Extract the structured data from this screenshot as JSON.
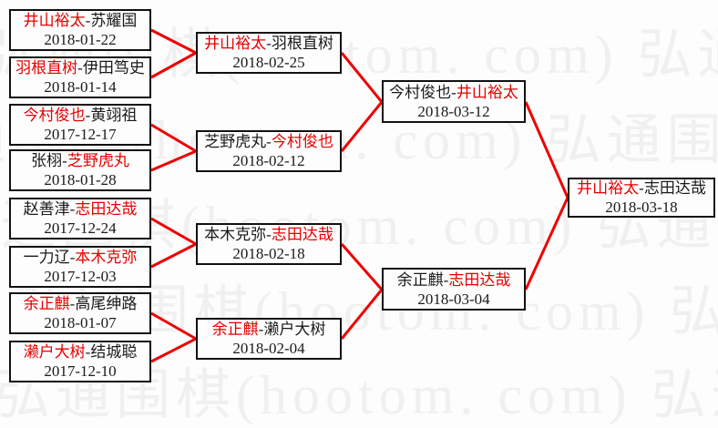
{
  "ui": {
    "separator": "-"
  },
  "colors": {
    "winner_red": "#e60000",
    "line_red": "#ee0000",
    "watermark_gray": "#f0f0f0"
  },
  "watermark": {
    "row_text": "弘通围棋(hootom. com) 弘通围棋(hootom. com)"
  },
  "bracket": {
    "round1": [
      {
        "p1": "井山裕太",
        "p2": "苏耀国",
        "p1_win": true,
        "p2_win": false,
        "date": "2018-01-22"
      },
      {
        "p1": "羽根直树",
        "p2": "伊田笃史",
        "p1_win": true,
        "p2_win": false,
        "date": "2018-01-14"
      },
      {
        "p1": "今村俊也",
        "p2": "黄翊祖",
        "p1_win": true,
        "p2_win": false,
        "date": "2017-12-17"
      },
      {
        "p1": "张栩",
        "p2": "芝野虎丸",
        "p1_win": false,
        "p2_win": true,
        "date": "2018-01-28"
      },
      {
        "p1": "赵善津",
        "p2": "志田达哉",
        "p1_win": false,
        "p2_win": true,
        "date": "2017-12-24"
      },
      {
        "p1": "一力辽",
        "p2": "本木克弥",
        "p1_win": false,
        "p2_win": true,
        "date": "2017-12-03"
      },
      {
        "p1": "余正麒",
        "p2": "高尾绅路",
        "p1_win": true,
        "p2_win": false,
        "date": "2018-01-07"
      },
      {
        "p1": "濑户大树",
        "p2": "结城聪",
        "p1_win": true,
        "p2_win": false,
        "date": "2017-12-10"
      }
    ],
    "quarterfinals": [
      {
        "p1": "井山裕太",
        "p2": "羽根直树",
        "p1_win": true,
        "p2_win": false,
        "date": "2018-02-25"
      },
      {
        "p1": "芝野虎丸",
        "p2": "今村俊也",
        "p1_win": false,
        "p2_win": true,
        "date": "2018-02-12"
      },
      {
        "p1": "本木克弥",
        "p2": "志田达哉",
        "p1_win": false,
        "p2_win": true,
        "date": "2018-02-18"
      },
      {
        "p1": "余正麒",
        "p2": "濑户大树",
        "p1_win": true,
        "p2_win": false,
        "date": "2018-02-04"
      }
    ],
    "semifinals": [
      {
        "p1": "今村俊也",
        "p2": "井山裕太",
        "p1_win": false,
        "p2_win": true,
        "date": "2018-03-12"
      },
      {
        "p1": "余正麒",
        "p2": "志田达哉",
        "p1_win": false,
        "p2_win": true,
        "date": "2018-03-04"
      }
    ],
    "final": [
      {
        "p1": "井山裕太",
        "p2": "志田达哉",
        "p1_win": true,
        "p2_win": false,
        "date": "2018-03-18"
      }
    ]
  }
}
